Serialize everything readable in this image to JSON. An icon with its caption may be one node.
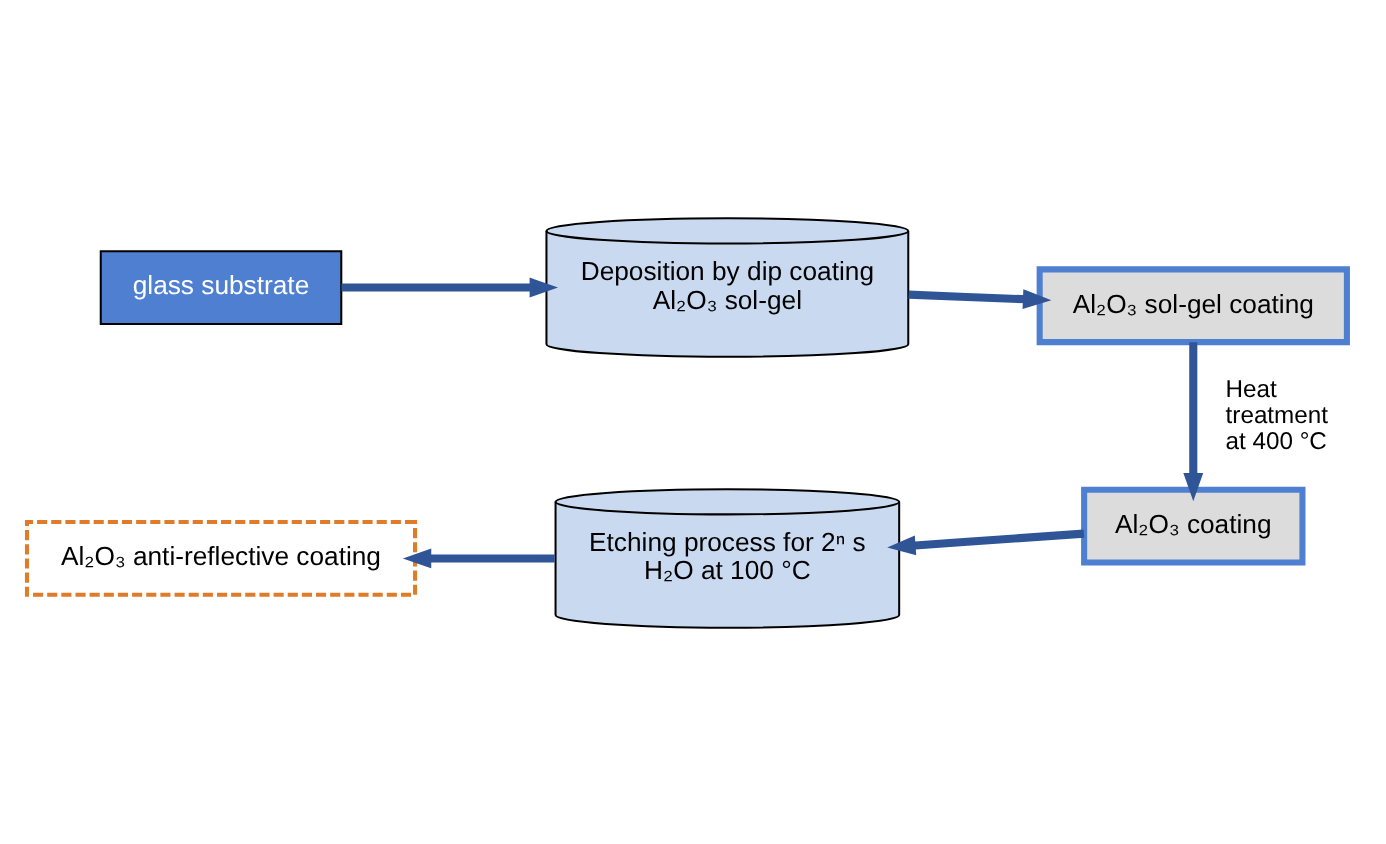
{
  "diagram": {
    "nodes": [
      {
        "text": [
          "glass substrate"
        ]
      },
      {
        "text": [
          "Deposition by dip coating",
          "Al₂O₃ sol-gel"
        ]
      },
      {
        "text": [
          "Al₂O₃ sol-gel coating"
        ]
      },
      {
        "text": [
          "Al₂O₃ coating"
        ]
      },
      {
        "text": [
          "Etching process for 2ⁿ s",
          "H₂O at 100 °C"
        ]
      },
      {
        "text": [
          "Al₂O₃ anti-reflective coating"
        ]
      }
    ],
    "edges": [
      {
        "from": 0,
        "to": 1,
        "arrow": "to"
      },
      {
        "from": 1,
        "to": 2,
        "arrow": "to"
      },
      {
        "from": 2,
        "to": 3,
        "arrow": "to",
        "label": "Heat treatment at 400 °C"
      },
      {
        "from": 3,
        "to": 4,
        "arrow": "to"
      },
      {
        "from": 4,
        "to": 5,
        "arrow": "to"
      }
    ]
  }
}
